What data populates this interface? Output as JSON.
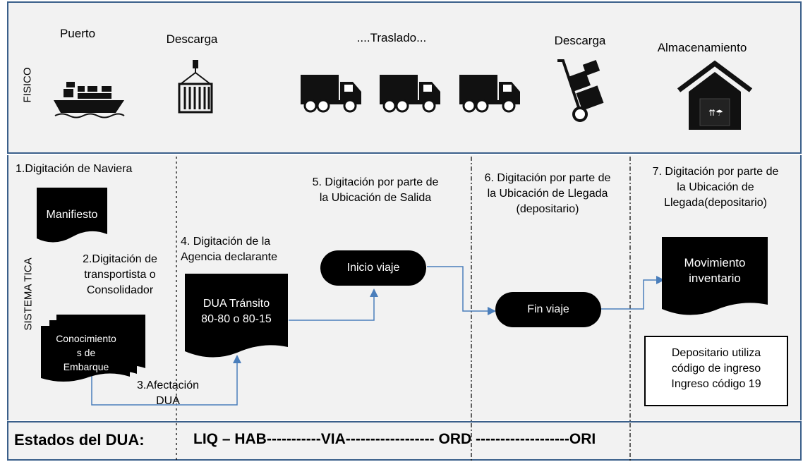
{
  "physical": {
    "section_label": "FISICO",
    "stages": {
      "puerto": "Puerto",
      "descarga1": "Descarga",
      "traslado": "....Traslado...",
      "descarga2": "Descarga",
      "almacenamiento": "Almacenamiento"
    },
    "icons": [
      "cargo-ship-icon",
      "container-crane-icon",
      "truck-icon",
      "truck-icon",
      "truck-icon",
      "hand-truck-icon",
      "warehouse-icon"
    ]
  },
  "system": {
    "section_label": "SISTEMA  TICA",
    "step1": "1.Digitación de Naviera",
    "manifiesto": "Manifiesto",
    "step2": [
      "2.Digitación de",
      "transportista o",
      "Consolidador"
    ],
    "conocimiento": [
      "Conocimiento",
      "s de",
      "Embarque"
    ],
    "step3": [
      "3.Afectación",
      "DUA"
    ],
    "step4": [
      "4. Digitación de la",
      "Agencia declarante"
    ],
    "dua_transito": [
      "DUA Tránsito",
      "80-80 o 80-15"
    ],
    "step5": [
      "5. Digitación por parte de",
      "la Ubicación de Salida"
    ],
    "inicio_viaje": "Inicio viaje",
    "step6": [
      "6. Digitación por parte de",
      "la Ubicación de Llegada",
      "(depositario)"
    ],
    "fin_viaje": "Fin viaje",
    "step7": [
      "7. Digitación por parte de",
      "la Ubicación de",
      "Llegada(depositario)"
    ],
    "movimiento": [
      "Movimiento",
      "inventario"
    ],
    "depositario_note": [
      "Depositario utiliza",
      "código de ingreso",
      "Ingreso código 19"
    ]
  },
  "estados": {
    "label": "Estados del DUA:",
    "sequence": "LIQ – HAB-----------VIA------------------  ORD -------------------ORI"
  },
  "colors": {
    "border": "#3a5f8a",
    "arrow": "#4a7ebb",
    "band": "#f2f2f2"
  }
}
